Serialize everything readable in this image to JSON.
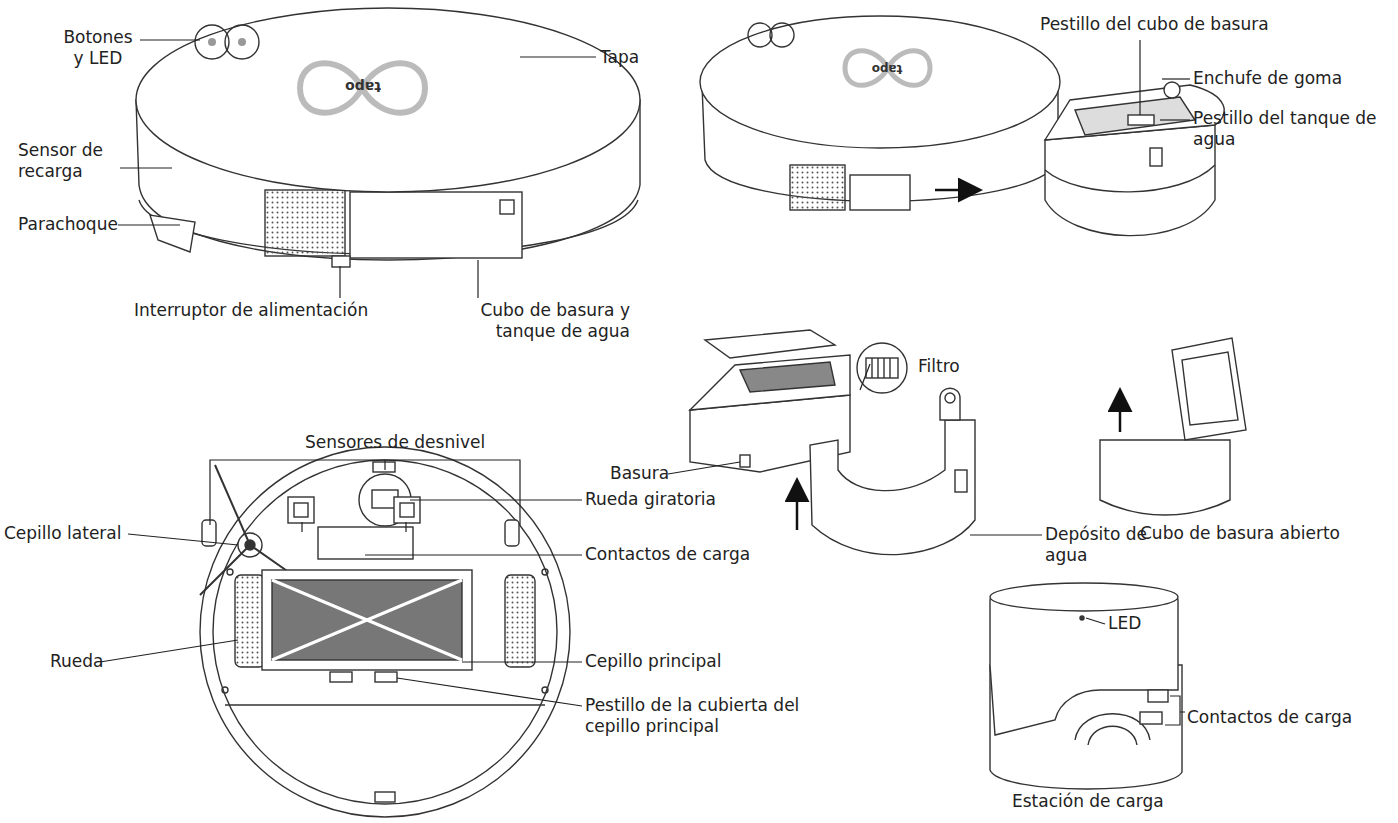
{
  "diagram": {
    "labels": [
      "Botones y LED",
      "tapo",
      "Tapa",
      "Sensor de recarga",
      "Parachoque",
      "Interruptor de alimentación",
      "Cubo de basura y tanque de agua",
      "Pestillo del cubo de basura",
      "tapo",
      "Enchufe de goma",
      "Pestillo del tanque de agua",
      "Filtro",
      "Basura",
      "Depósito de agua",
      "Cubo de basura abierto",
      "Sensores de desnivel",
      "Rueda giratoria",
      "Cepillo lateral",
      "Contactos de carga",
      "Rueda",
      "Cepillo principal",
      "Pestillo de la cubierta del cepillo principal",
      "LED",
      "Contactos de carga",
      "Estación de carga"
    ]
  }
}
